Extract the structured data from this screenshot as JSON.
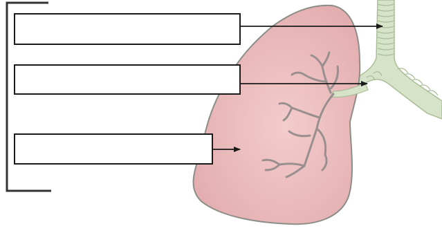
{
  "diagram": {
    "subject": "lung-anatomy-labeling",
    "labels": [
      {
        "id": "label-1",
        "text": ""
      },
      {
        "id": "label-2",
        "text": ""
      },
      {
        "id": "label-3",
        "text": ""
      }
    ],
    "colors": {
      "lung_fill": "#ecbcbc",
      "lung_outline": "#8d8d88",
      "airway_fill": "#d6e3c8",
      "airway_stroke": "#a9bd97",
      "bronchi": "#9a8f8f",
      "arrows": "#1a1a1a",
      "bracket": "#333333"
    }
  }
}
